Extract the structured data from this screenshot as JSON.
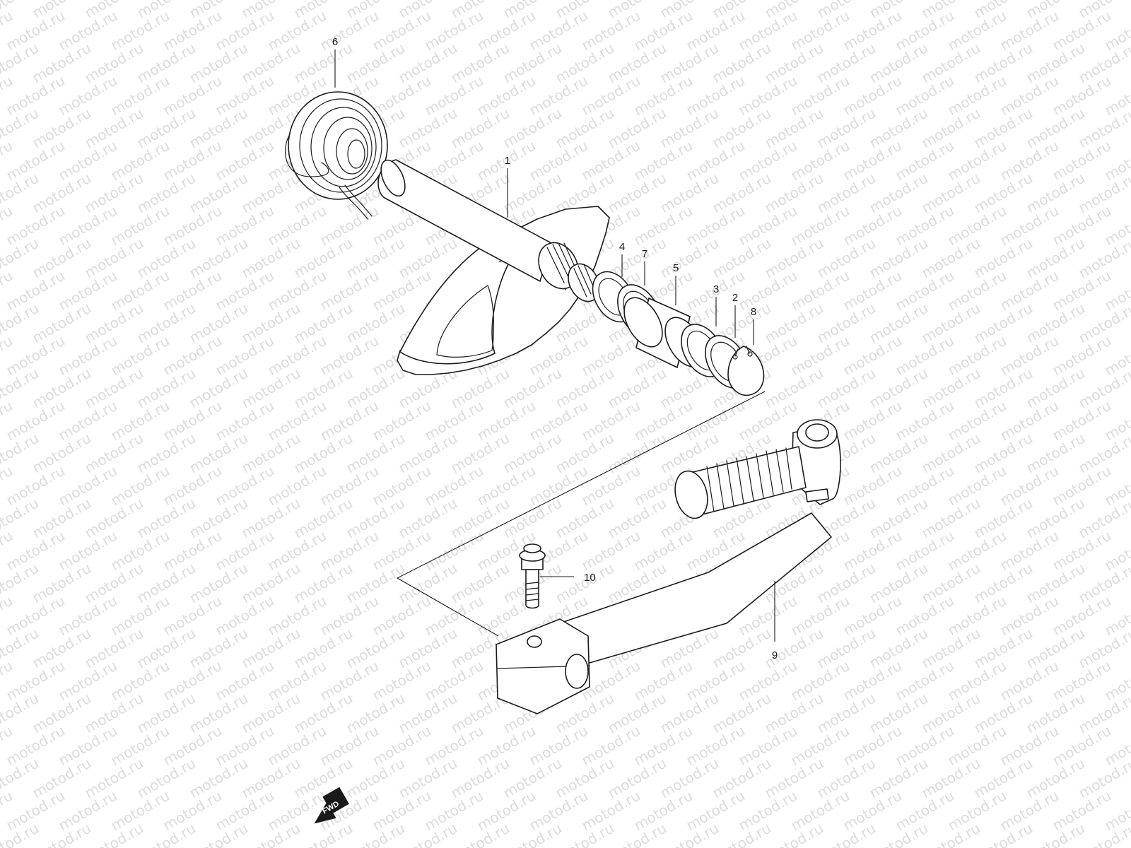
{
  "watermark": {
    "text": "motod.ru"
  },
  "callouts": {
    "c1": "1",
    "c2": "2",
    "c3": "3",
    "c4": "4",
    "c5": "5",
    "c6": "6",
    "c7": "7",
    "c8": "8",
    "c9": "9",
    "c10": "10"
  },
  "fwd": {
    "label": "FWD"
  },
  "colors": {
    "line": "#1a1a1a",
    "watermark": "#dcdcdc",
    "background": "#ffffff"
  }
}
